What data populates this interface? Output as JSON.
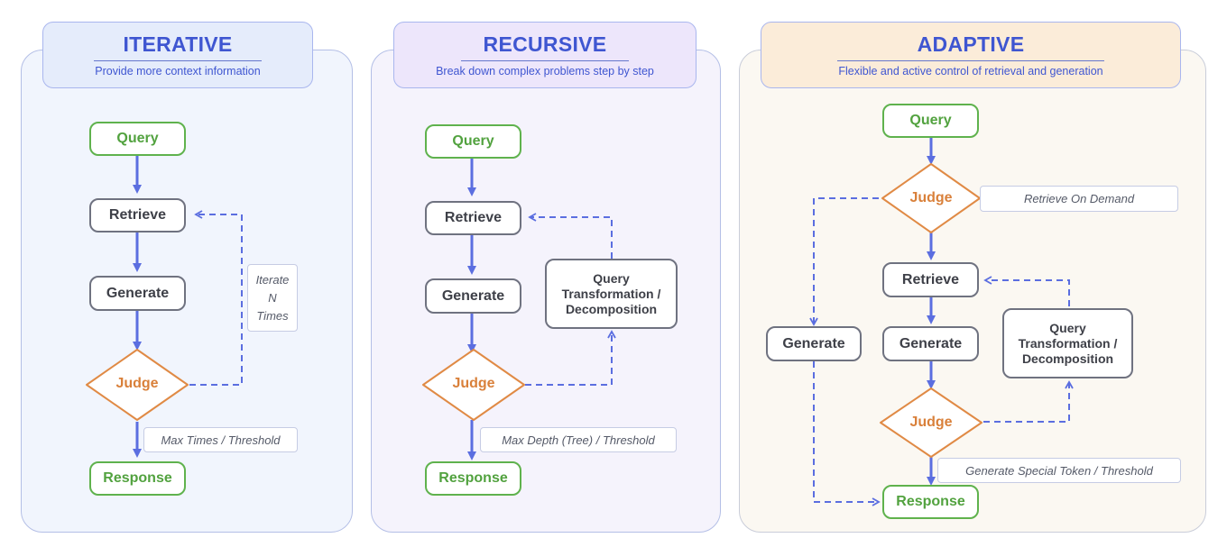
{
  "colors": {
    "arrow": "#5b6ee0",
    "green": "#5fb24d",
    "orange": "#e08a45",
    "gray": "#6f7280"
  },
  "iterative": {
    "title": "ITERATIVE",
    "subtitle": "Provide more context information",
    "query": "Query",
    "retrieve": "Retrieve",
    "generate": "Generate",
    "judge": "Judge",
    "response": "Response",
    "loop_note": [
      "Iterate",
      "N",
      "Times"
    ],
    "stop_note": "Max Times / Threshold"
  },
  "recursive": {
    "title": "RECURSIVE",
    "subtitle": "Break down complex problems step by step",
    "query": "Query",
    "retrieve": "Retrieve",
    "generate": "Generate",
    "judge": "Judge",
    "response": "Response",
    "transform": [
      "Query",
      "Transformation /",
      "Decomposition"
    ],
    "stop_note": "Max Depth (Tree) / Threshold"
  },
  "adaptive": {
    "title": "ADAPTIVE",
    "subtitle": "Flexible and  active control of retrieval and generation",
    "query": "Query",
    "judge_top": "Judge",
    "on_demand_note": "Retrieve On  Demand",
    "retrieve": "Retrieve",
    "generate_side": "Generate",
    "generate": "Generate",
    "transform": [
      "Query",
      "Transformation /",
      "Decomposition"
    ],
    "judge_bottom": "Judge",
    "stop_note": "Generate Special Token / Threshold",
    "response": "Response"
  }
}
